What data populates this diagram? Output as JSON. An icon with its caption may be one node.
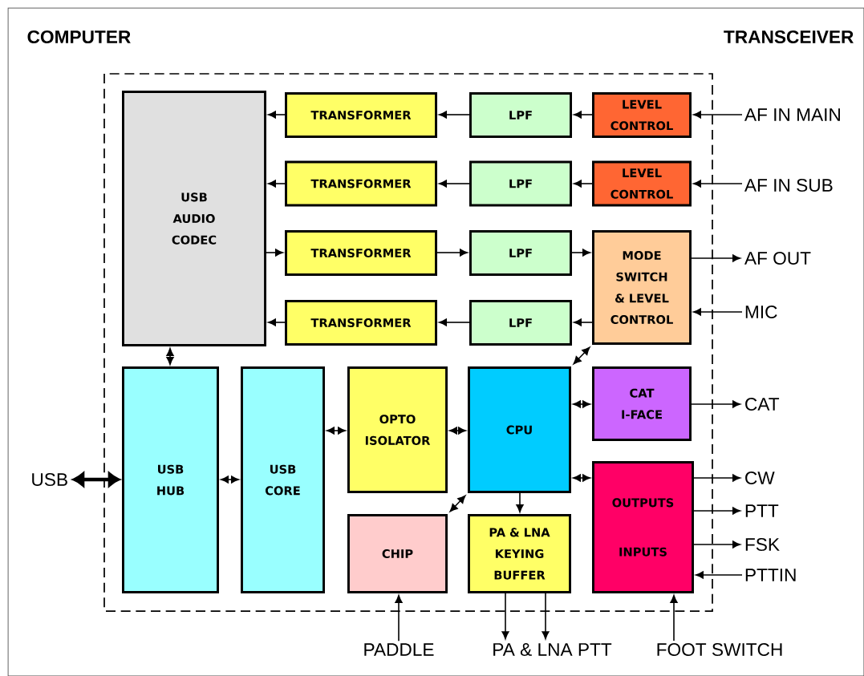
{
  "diagram": {
    "nodes": [
      {
        "text": [
          "USB AUDIO CODEC"
        ]
      },
      {
        "text": [
          "TRANSFORMER"
        ]
      },
      {
        "text": [
          "LPF"
        ]
      },
      {
        "text": [
          "LEVEL CONTROL"
        ]
      },
      {
        "text": [
          "TRANSFORMER"
        ]
      },
      {
        "text": [
          "LPF"
        ]
      },
      {
        "text": [
          "LEVEL CONTROL"
        ]
      },
      {
        "text": [
          "TRANSFORMER"
        ]
      },
      {
        "text": [
          "LPF"
        ]
      },
      {
        "text": [
          "MODE SWITCH & LEVEL CONTROL"
        ]
      },
      {
        "text": [
          "TRANSFORMER"
        ]
      },
      {
        "text": [
          "LPF"
        ]
      },
      {
        "text": [
          "USB HUB"
        ]
      },
      {
        "text": [
          "USB CORE"
        ]
      },
      {
        "text": [
          "OPTO ISOLATOR"
        ]
      },
      {
        "text": [
          "CPU"
        ]
      },
      {
        "text": [
          "CAT I-FACE"
        ]
      },
      {
        "text": [
          "OUTPUTS",
          "INPUTS"
        ]
      },
      {
        "text": [
          "CHIP"
        ]
      },
      {
        "text": [
          "PA & LNA KEYING BUFFER"
        ]
      },
      {
        "text": [
          "AF IN MAIN"
        ]
      },
      {
        "text": [
          "AF IN SUB"
        ]
      },
      {
        "text": [
          "AF OUT"
        ]
      },
      {
        "text": [
          "MIC"
        ]
      },
      {
        "text": [
          "CAT"
        ]
      },
      {
        "text": [
          "CW"
        ]
      },
      {
        "text": [
          "PTT"
        ]
      },
      {
        "text": [
          "FSK"
        ]
      },
      {
        "text": [
          "PTTIN"
        ]
      },
      {
        "text": [
          "USB"
        ]
      },
      {
        "text": [
          "PADDLE"
        ]
      },
      {
        "text": [
          "PA & LNA PTT"
        ]
      },
      {
        "text": [
          "FOOT SWITCH"
        ]
      }
    ],
    "edges": [
      {
        "from": 1,
        "to": 0,
        "arrow": "to"
      },
      {
        "from": 2,
        "to": 1,
        "arrow": "to"
      },
      {
        "from": 3,
        "to": 2,
        "arrow": "to"
      },
      {
        "from": 20,
        "to": 3,
        "arrow": "to"
      },
      {
        "from": 4,
        "to": 0,
        "arrow": "to"
      },
      {
        "from": 5,
        "to": 4,
        "arrow": "to"
      },
      {
        "from": 6,
        "to": 5,
        "arrow": "to"
      },
      {
        "from": 21,
        "to": 6,
        "arrow": "to"
      },
      {
        "from": 0,
        "to": 7,
        "arrow": "to"
      },
      {
        "from": 7,
        "to": 8,
        "arrow": "to"
      },
      {
        "from": 8,
        "to": 9,
        "arrow": "to"
      },
      {
        "from": 9,
        "to": 22,
        "arrow": "to"
      },
      {
        "from": 23,
        "to": 9,
        "arrow": "to"
      },
      {
        "from": 9,
        "to": 11,
        "arrow": "to"
      },
      {
        "from": 11,
        "to": 10,
        "arrow": "to"
      },
      {
        "from": 10,
        "to": 0,
        "arrow": "to"
      },
      {
        "from": 0,
        "to": 12,
        "arrow": "both"
      },
      {
        "from": 29,
        "to": 12,
        "arrow": "both",
        "style": "thick"
      },
      {
        "from": 12,
        "to": 13,
        "arrow": "both"
      },
      {
        "from": 13,
        "to": 14,
        "arrow": "both"
      },
      {
        "from": 14,
        "to": 15,
        "arrow": "both"
      },
      {
        "from": 15,
        "to": 9,
        "arrow": "both"
      },
      {
        "from": 15,
        "to": 16,
        "arrow": "both"
      },
      {
        "from": 16,
        "to": 24,
        "arrow": "to"
      },
      {
        "from": 15,
        "to": 17,
        "arrow": "both"
      },
      {
        "from": 17,
        "to": 25,
        "arrow": "to"
      },
      {
        "from": 17,
        "to": 26,
        "arrow": "to"
      },
      {
        "from": 17,
        "to": 27,
        "arrow": "to"
      },
      {
        "from": 28,
        "to": 17,
        "arrow": "to"
      },
      {
        "from": 15,
        "to": 18,
        "arrow": "both"
      },
      {
        "from": 15,
        "to": 19,
        "arrow": "to"
      },
      {
        "from": 30,
        "to": 18,
        "arrow": "to"
      },
      {
        "from": 19,
        "to": 31,
        "arrow": "to"
      },
      {
        "from": 19,
        "to": 31,
        "arrow": "to"
      },
      {
        "from": 32,
        "to": 17,
        "arrow": "to"
      }
    ],
    "labels": [
      "COMPUTER",
      "TRANSCEIVER"
    ]
  }
}
